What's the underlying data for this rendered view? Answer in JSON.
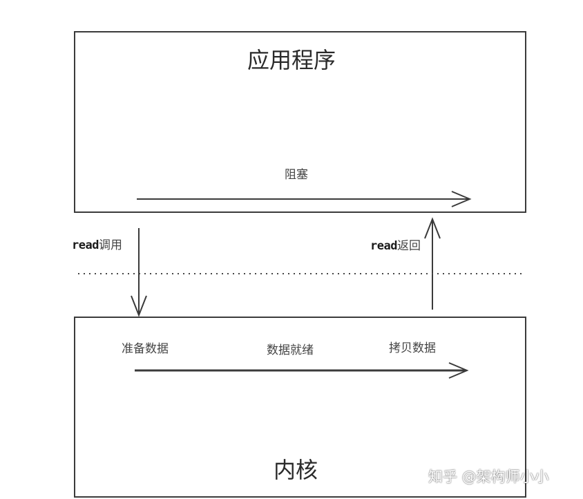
{
  "diagram": {
    "application_title": "应用程序",
    "blocking_label": "阻塞",
    "kernel_title": "内核",
    "kernel_steps": [
      "准备数据",
      "数据就绪",
      "拷贝数据"
    ],
    "read_call": {
      "prefix": "read",
      "suffix": "调用"
    },
    "read_return": {
      "prefix": "read",
      "suffix": "返回"
    }
  },
  "watermark": "知乎 @架构师小小"
}
